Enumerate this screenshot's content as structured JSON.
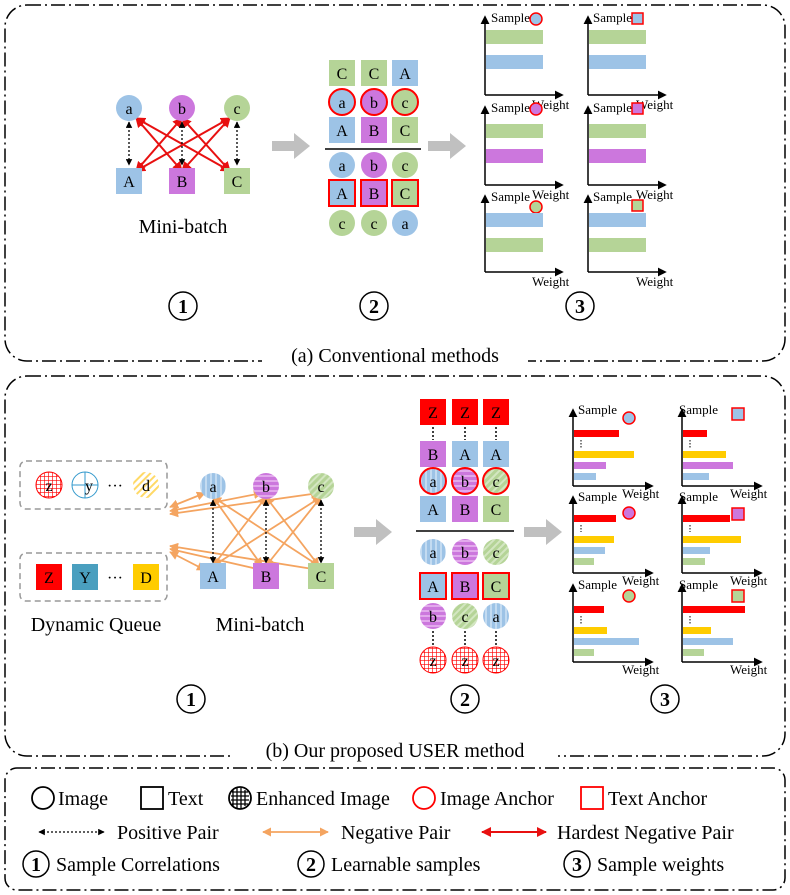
{
  "colors": {
    "blue": "#9dc3e6",
    "purple": "#cc77dd",
    "green": "#b5d497",
    "yellow": "#ffcc00",
    "red": "#ff0000",
    "red_line": "#e81010",
    "orange_line": "#f4a460",
    "arrow_gray": "#c0c0c0",
    "border": "#000000"
  },
  "panel_a": {
    "caption": "(a) Conventional methods",
    "section1": {
      "number": "1",
      "label": "Mini-batch",
      "images": [
        "a",
        "b",
        "c"
      ],
      "texts": [
        "A",
        "B",
        "C"
      ]
    },
    "section2": {
      "number": "2",
      "grid_top": [
        [
          "C",
          "C",
          "A"
        ],
        [
          "a",
          "b",
          "c"
        ],
        [
          "A",
          "B",
          "C"
        ]
      ],
      "grid_bottom": [
        [
          "a",
          "b",
          "c"
        ],
        [
          "A",
          "B",
          "C"
        ],
        [
          "c",
          "c",
          "a"
        ]
      ]
    },
    "section3": {
      "number": "3",
      "axis_y": "Sample",
      "axis_x": "Weight"
    }
  },
  "panel_b": {
    "caption": "(b) Our proposed USER method",
    "section1": {
      "number": "1",
      "queue_label": "Dynamic Queue",
      "batch_label": "Mini-batch",
      "queue_images": [
        "z",
        "y",
        "d"
      ],
      "queue_texts": [
        "Z",
        "Y",
        "D"
      ],
      "queue_ellipsis": "···",
      "images": [
        "a",
        "b",
        "c"
      ],
      "texts": [
        "A",
        "B",
        "C"
      ]
    },
    "section2": {
      "number": "2",
      "grid_top": [
        [
          "Z",
          "Z",
          "Z"
        ],
        [
          "B",
          "A",
          "A"
        ],
        [
          "a",
          "b",
          "c"
        ],
        [
          "A",
          "B",
          "C"
        ]
      ],
      "grid_bottom": [
        [
          "a",
          "b",
          "c"
        ],
        [
          "A",
          "B",
          "C"
        ],
        [
          "b",
          "c",
          "a"
        ],
        [
          "z",
          "z",
          "z"
        ]
      ]
    },
    "section3": {
      "number": "3",
      "axis_y": "Sample",
      "axis_x": "Weight"
    }
  },
  "legend": {
    "image": "Image",
    "text": "Text",
    "enhanced_image": "Enhanced Image",
    "image_anchor": "Image Anchor",
    "text_anchor": "Text Anchor",
    "positive_pair": "Positive Pair",
    "negative_pair": "Negative Pair",
    "hardest_negative_pair": "Hardest Negative Pair",
    "num1": "1",
    "num2": "2",
    "num3": "3",
    "sample_correlations": "Sample Correlations",
    "learnable_samples": "Learnable samples",
    "sample_weights": "Sample weights"
  }
}
